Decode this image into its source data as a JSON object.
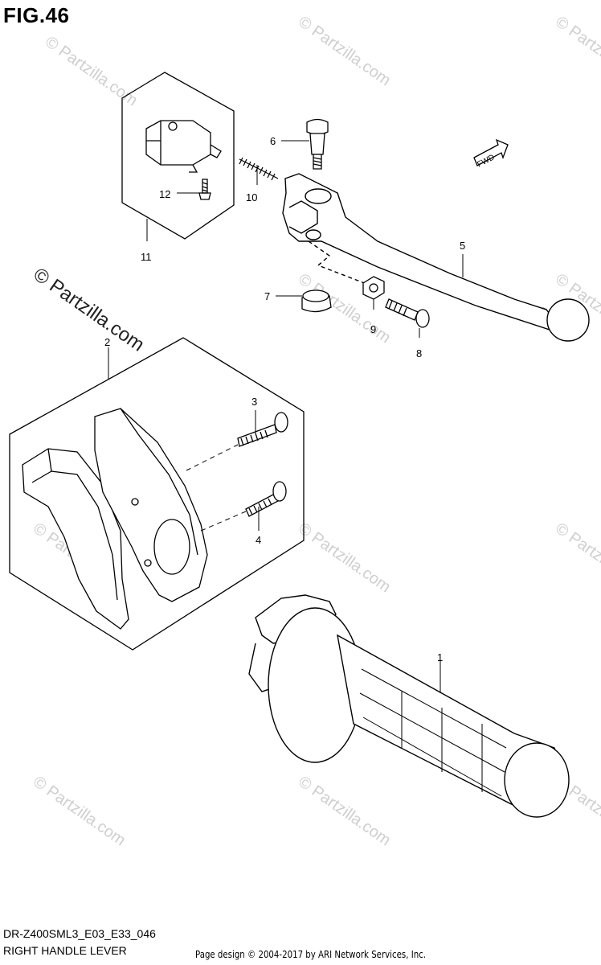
{
  "figure": {
    "title": "FIG.46",
    "model_code": "DR-Z400SML3_E03_E33_046",
    "section_name": "RIGHT HANDLE LEVER",
    "credit": "Page design © 2004-2017 by ARI Network Services, Inc."
  },
  "watermark": {
    "text": "© Partzilla.com"
  },
  "arrow_label": "FWD",
  "callouts": [
    "1",
    "2",
    "3",
    "4",
    "5",
    "6",
    "7",
    "8",
    "9",
    "10",
    "11",
    "12"
  ]
}
